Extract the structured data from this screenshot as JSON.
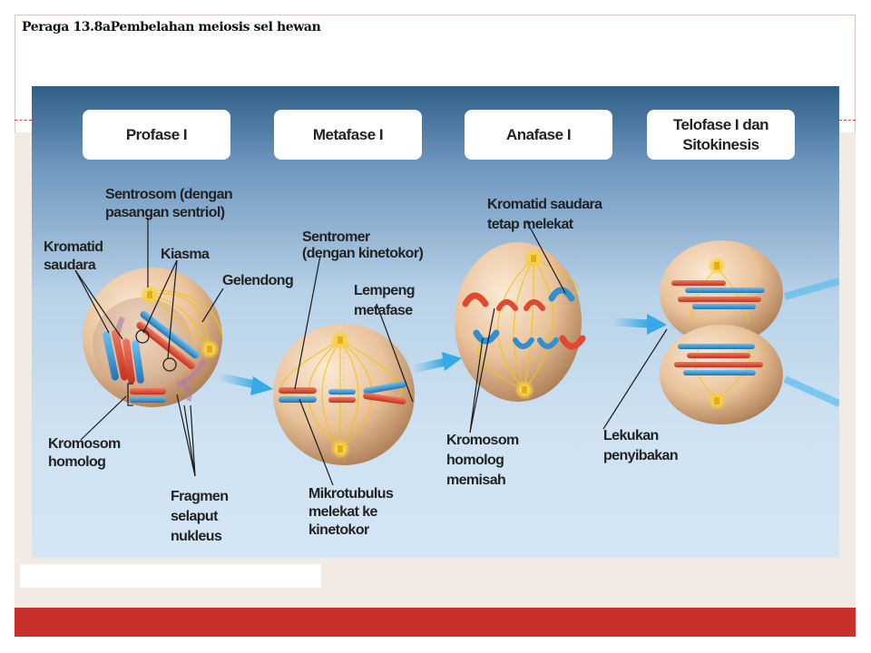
{
  "title": "Peraga 13.8aPembelahan meiosis sel hewan",
  "phases": [
    "Profase I",
    "Metafase I",
    "Anafase I",
    {
      "line1": "Telofase I dan",
      "line2": "Sitokinesis"
    }
  ],
  "labels": {
    "sentrosom": {
      "line1": "Sentrosom (dengan",
      "line2": "pasangan sentriol)"
    },
    "kromatid_saudara": {
      "line1": "Kromatid",
      "line2": "saudara"
    },
    "kiasma": "Kiasma",
    "gelendong": "Gelendong",
    "kromosom_homolog": {
      "line1": "Kromosom",
      "line2": "homolog"
    },
    "fragmen_selaput": {
      "line1": "Fragmen",
      "line2": "selaput",
      "line3": "nukleus"
    },
    "sentromer": {
      "line1": "Sentromer",
      "line2": "(dengan kinetokor)"
    },
    "lempeng_metafase": {
      "line1": "Lempeng",
      "line2": "metafase"
    },
    "mikrotubulus": {
      "line1": "Mikrotubulus",
      "line2": "melekat ke",
      "line3": "kinetokor"
    },
    "kromatid_tetap": {
      "line1": "Kromatid saudara",
      "line2": "tetap melekat"
    },
    "kromosom_memisah": {
      "line1": "Kromosom",
      "line2": "homolog",
      "line3": "memisah"
    },
    "lekukan": {
      "line1": "Lekukan",
      "line2": "penyibakan"
    }
  },
  "colors": {
    "footer": "#c8302c",
    "chromosome_red": "#d9412f",
    "chromosome_blue": "#2f8fd0",
    "spindle": "#f0c419",
    "arrow": "#35a9e6"
  }
}
